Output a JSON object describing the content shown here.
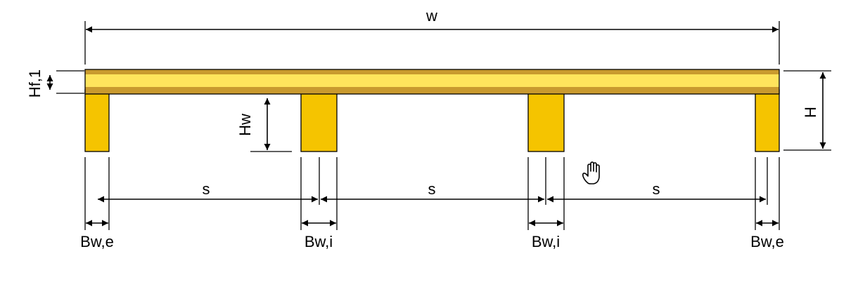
{
  "labels": {
    "width": "w",
    "flange_thickness": "Hf,1",
    "web_height": "Hw",
    "total_height": "H",
    "spacing_1": "s",
    "spacing_2": "s",
    "spacing_3": "s",
    "web_width_left": "Bw,e",
    "web_width_inner_1": "Bw,i",
    "web_width_inner_2": "Bw,i",
    "web_width_right": "Bw,e"
  },
  "icons": {
    "cursor": "hand-pointer-icon"
  },
  "colors": {
    "flange_outer": "#e0a800",
    "flange_band": "#ffe45c",
    "flange_edge": "#c99a2e",
    "web_fill": "#f5c400"
  }
}
